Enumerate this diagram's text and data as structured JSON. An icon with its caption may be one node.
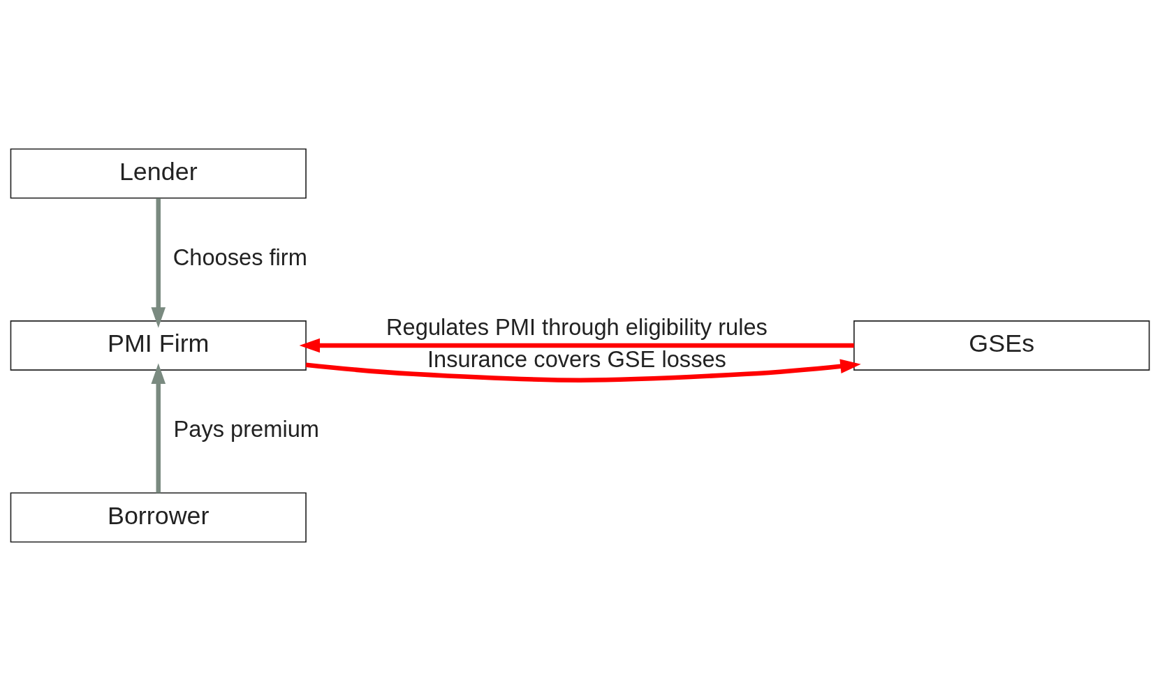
{
  "diagram": {
    "nodes": [
      {
        "text": [
          "Lender"
        ]
      },
      {
        "text": [
          "GSEs"
        ]
      },
      {
        "text": [
          "PMI Firm"
        ]
      },
      {
        "text": [
          "Borrower"
        ]
      }
    ],
    "edges": [
      {
        "from": 0,
        "to": 2,
        "arrow": "to",
        "label": "Chooses firm",
        "color": "#7a8a80"
      },
      {
        "from": 2,
        "to": 1,
        "arrow": "to",
        "label": "Insurance covers GSE losses",
        "color": "#ff0000"
      },
      {
        "from": 1,
        "to": 2,
        "arrow": "to",
        "label": "Regulates PMI through eligibility rules",
        "color": "#ff0000"
      },
      {
        "from": 3,
        "to": 2,
        "arrow": "to",
        "label": "Pays premium",
        "color": "#7a8a80"
      }
    ]
  }
}
